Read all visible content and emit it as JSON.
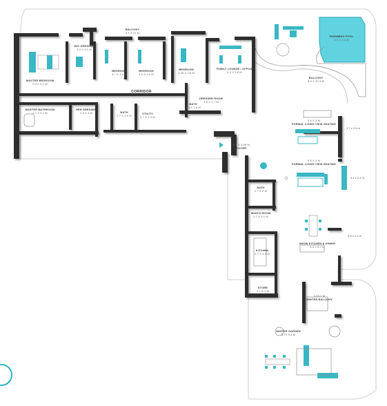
{
  "colors": {
    "wall": "#2e2e2e",
    "accent": "#3ab7c4",
    "pool": "#5fd3e0",
    "outline": "#c9c9c9",
    "floor": "#ffffff"
  },
  "rooms": {
    "balcony_top": {
      "name": "BALCONY",
      "dim": "3.4 X 21 M"
    },
    "walkin_dresser": {
      "name": "W/C DRESSER",
      "dim": "3.0 X 2.1 M"
    },
    "master_bedroom": {
      "name": "MASTER BEDROOM",
      "dim": "5.3 X 5.2 M"
    },
    "bedroom_1": {
      "name": "BEDROOM",
      "dim": "4.7 X 3.3 M"
    },
    "bedroom_2": {
      "name": "BEDROOM",
      "dim": "4.0 X 3.3 M"
    },
    "bedroom_3": {
      "name": "BEDROOM",
      "dim": "4.05 X 3.6 M"
    },
    "family_lounge": {
      "name": "FAMILY LOUNGE / OFFICE",
      "dim": "4.2 X 3.8 M"
    },
    "swimming_pool": {
      "name": "SWIMMING POOL",
      "dim": "3.0 X 3.0 M"
    },
    "balcony_right": {
      "name": "BALCONY",
      "dim": "8.0 X 10.3 M"
    },
    "corridor": {
      "name": "CORRIDOR"
    },
    "bath_small": {
      "name": "BATH",
      "dim": "2.6 X 1.8 M"
    },
    "dresser_room": {
      "name": "DRESSER ROOM",
      "dim": "3.8 X 1.7 M"
    },
    "master_bathroom": {
      "name": "MASTER BATHROOM",
      "dim": "2.7 X 5.7 M"
    },
    "her_dresser": {
      "name": "HER DRESSER",
      "dim": "2.6 X 3 M"
    },
    "bath_mid": {
      "name": "BATH",
      "dim": "2.7 X 2.0 M"
    },
    "utility": {
      "name": "UTILITY",
      "dim": "2.7 X 1.9 M"
    },
    "formal_living_1": {
      "name": "FORMAL LIVING VIEW SEATING",
      "dim": "3.6 X 3 M"
    },
    "formal_living_2": {
      "name": "FORMAL LIVING VIEW SEATING",
      "dim": "5.6 X 4 M"
    },
    "foyer": {
      "name": "FOYER",
      "dim": "6.7 X 5.98 M"
    },
    "bath_kitchen": {
      "name": "BATH",
      "dim": "2.7 X 2 M"
    },
    "maids_room": {
      "name": "MAID'S ROOM",
      "dim": "2.7 X 3.1 M"
    },
    "show_kitchen": {
      "name": "SHOW KITCHEN & DINING",
      "dim": "5.4 X 6.7 M"
    },
    "kitchen": {
      "name": "KITCHEN",
      "dim": "2.7 X 4.4 M"
    },
    "store": {
      "name": "STORE",
      "dim": "2.7 X 2 M"
    },
    "winter_balcony": {
      "name": "WINTER BALCONY",
      "dim": "3.3X 3 M"
    },
    "winter_garden": {
      "name": "WINTER GARDEN",
      "dim": "8.7X 9.8 M"
    }
  },
  "dims": {
    "d1": "3.7 x 2.4 m",
    "d2": "3.1 x 2.4 m",
    "d3": "3.8 x 2.4 m"
  }
}
